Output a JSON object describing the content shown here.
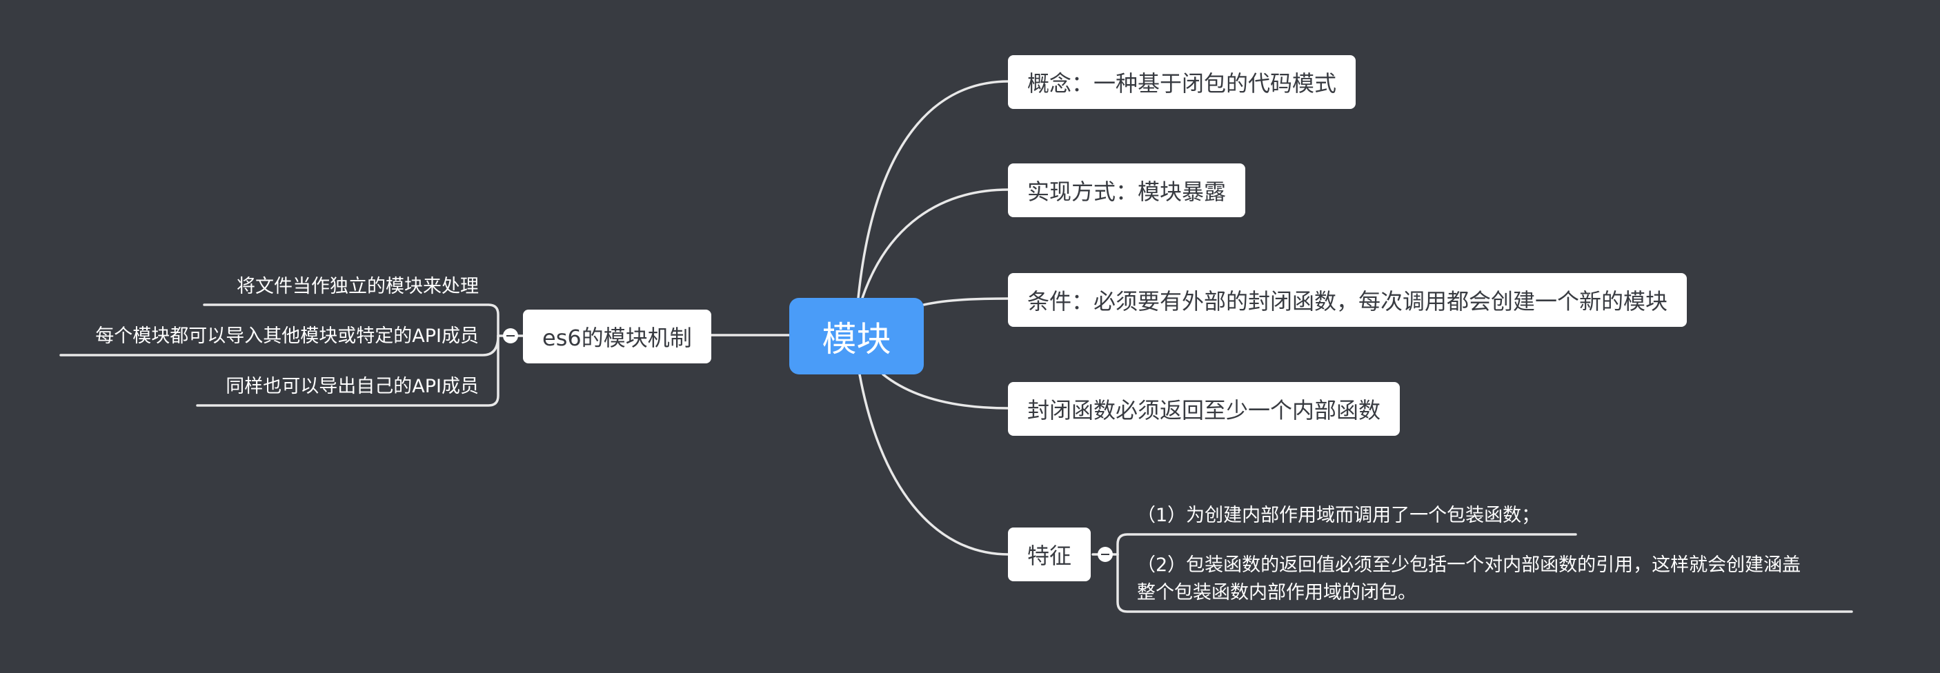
{
  "mindmap": {
    "root": {
      "label": "模块"
    },
    "right_branches": [
      {
        "label": "概念：一种基于闭包的代码模式"
      },
      {
        "label": "实现方式：模块暴露"
      },
      {
        "label": "条件：必须要有外部的封闭函数，每次调用都会创建一个新的模块"
      },
      {
        "label": "封闭函数必须返回至少一个内部函数"
      },
      {
        "label": "特征",
        "children": [
          {
            "label": "（1）为创建内部作用域而调用了一个包装函数；"
          },
          {
            "label_line1": "（2）包装函数的返回值必须至少包括一个对内部函数的引用，这样就会创建涵盖",
            "label_line2": "整个包装函数内部作用域的闭包。"
          }
        ]
      }
    ],
    "left_branches": [
      {
        "label": "es6的模块机制",
        "children": [
          {
            "label": "将文件当作独立的模块来处理"
          },
          {
            "label": "每个模块都可以导入其他模块或特定的API成员"
          },
          {
            "label": "同样也可以导出自己的API成员"
          }
        ]
      }
    ]
  },
  "colors": {
    "background": "#383b41",
    "root_fill": "#4a9cf8",
    "node_fill": "#ffffff",
    "node_text": "#383b41",
    "connector": "#e8e8e8"
  },
  "icons": {
    "collapse_toggle": "minus-circle-icon"
  }
}
